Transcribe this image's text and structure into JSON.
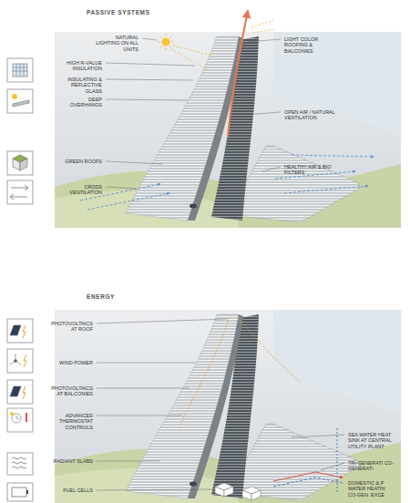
{
  "diagram": {
    "labels": [
      "PASSIVE SYSTEMS",
      "NATURAL LIGHTING ON ALL UNITS",
      "LIGHT COLOR ROOFING & BALCONIES",
      "HIGH R-VALUE INSULATION",
      "INSULATING & REFLECTIVE GLASS",
      "DEEP OVERHANGS",
      "OPEN AIR / NATURAL VENTILATION",
      "GREEN ROOFS",
      "HEALTHY AIR & BIO FILTERS",
      "CROSS VENTILATION",
      "ENERGY",
      "PHOTOVOLTAICS AT ROOF",
      "WIND POWER",
      "PHOTOVOLTAICS AT BALCONIES",
      "ADVANCED THERMOSTAT CONTROLS",
      "SEA WATER HEAT SINK AT CENTRAL UTILITY PLANT",
      "RADIANT SLABS",
      "TRI-GENERATI CO-GENERATI",
      "FUEL CELLS",
      "DOMESTIC & P WATER HEATIN CO-GEN. EXCE"
    ]
  }
}
